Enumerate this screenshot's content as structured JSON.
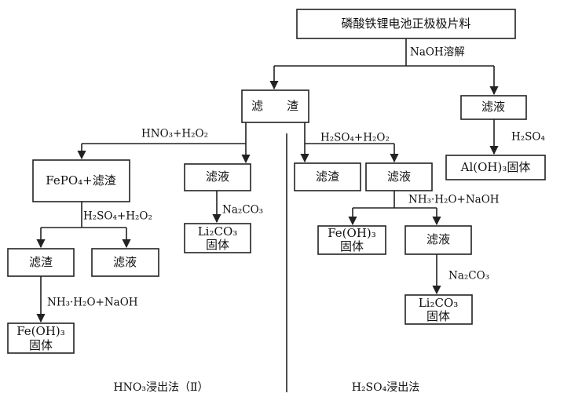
{
  "nodes": {
    "root": "磷酸铁锂电池正极极片料",
    "residue_main": "滤　　渣",
    "filtrate_main": "滤液",
    "al_oh3": "Al(OH)₃固体",
    "fepo4_residue": "FePO₄+滤渣",
    "filtrate_hno3": "滤液",
    "li2co3_left": [
      "Li₂CO₃",
      "固体"
    ],
    "residue_h2so4": "滤渣",
    "filtrate_h2so4": "滤液",
    "fe_oh3_mid": [
      "Fe(OH)₃",
      "固体"
    ],
    "filtrate_mid": "滤液",
    "li2co3_right": [
      "Li₂CO₃",
      "固体"
    ],
    "residue_left": "滤渣",
    "filtrate_left": "滤液",
    "fe_oh3_left": [
      "Fe(OH)₃",
      "固体"
    ]
  },
  "reagents": {
    "naoh_dissolve": "NaOH溶解",
    "h2so4": "H₂SO₄",
    "hno3_h2o2": "HNO₃+H₂O₂",
    "h2so4_h2o2_right": "H₂SO₄+H₂O₂",
    "na2co3_left": "Na₂CO₃",
    "nh3_naoh_right": "NH₃·H₂O+NaOH",
    "h2so4_h2o2_left": "H₂SO₄+H₂O₂",
    "na2co3_right": "Na₂CO₃",
    "nh3_naoh_left": "NH₃·H₂O+NaOH"
  },
  "captions": {
    "left": "HNO₃浸出法（Ⅱ）",
    "right": "H₂SO₄浸出法"
  }
}
